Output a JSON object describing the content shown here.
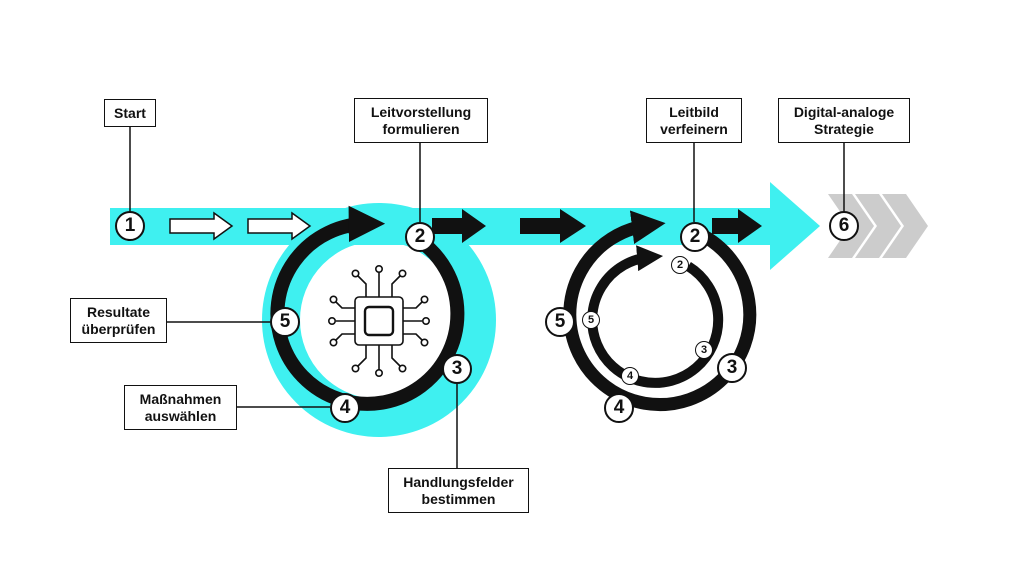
{
  "colors": {
    "accent": "#3FF0F0",
    "ink": "#111111",
    "muted": "#CCCCCC",
    "paper": "#FFFFFF"
  },
  "labels": {
    "start": "Start",
    "leitvorstellung": "Leitvorstellung\nformulieren",
    "leitbild": "Leitbild\nverfeinern",
    "strategie": "Digital-analoge\nStrategie",
    "resultate": "Resultate\nüberprüfen",
    "massnahmen": "Maßnahmen\nauswählen",
    "handlungsfelder": "Handlungsfelder\nbestimmen"
  },
  "steps": {
    "s1": "1",
    "s2": "2",
    "s3": "3",
    "s4": "4",
    "s5": "5",
    "s6": "6"
  },
  "icons": {
    "center": "circuit-chip-icon"
  }
}
